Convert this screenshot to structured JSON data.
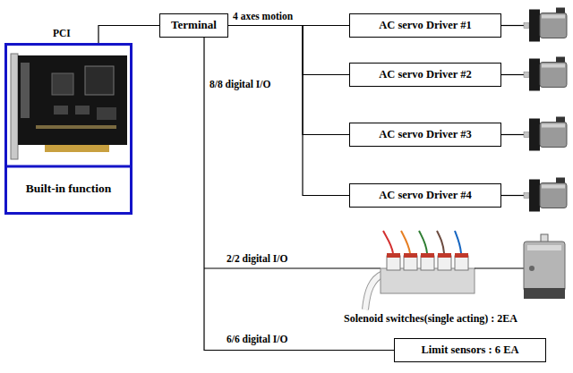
{
  "diagram": {
    "nodes": [
      {
        "text": [
          "Built-in function"
        ]
      },
      {
        "text": [
          "Terminal"
        ]
      },
      {
        "text": [
          "AC servo Driver #1"
        ]
      },
      {
        "text": [
          "AC servo Driver #2"
        ]
      },
      {
        "text": [
          "AC servo Driver #3"
        ]
      },
      {
        "text": [
          "AC servo Driver #4"
        ]
      },
      {
        "text": [
          "Limit sensors : 6 EA"
        ]
      }
    ],
    "edges": [
      {
        "from": 0,
        "to": 1,
        "arrow": "none",
        "label": "PCI"
      },
      {
        "from": 1,
        "to": 2,
        "arrow": "none",
        "label": "4 axes motion"
      },
      {
        "from": 1,
        "to": 3,
        "arrow": "none"
      },
      {
        "from": 1,
        "to": 4,
        "arrow": "none"
      },
      {
        "from": 1,
        "to": 5,
        "arrow": "none"
      },
      {
        "from": 1,
        "to": 6,
        "arrow": "none",
        "label": "6/6 digital I/O"
      }
    ],
    "labels": [
      "8/8 digital I/O",
      "2/2 digital I/O",
      "Solenoid switches(single acting) : 2EA"
    ]
  }
}
